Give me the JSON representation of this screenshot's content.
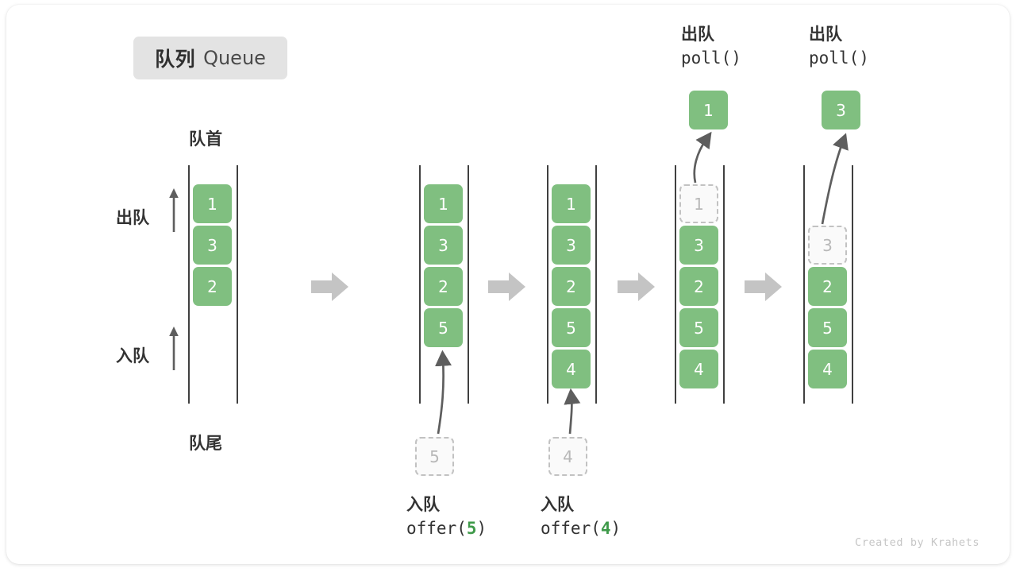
{
  "diagram": {
    "title_cn": "队列",
    "title_en": "Queue",
    "head_label": "队首",
    "tail_label": "队尾",
    "side_dequeue_label": "出队",
    "side_enqueue_label": "入队",
    "watermark": "Created by Krahets",
    "accent_green": "#80bf80",
    "ghost_gray": "#c2c2c2",
    "rail_color": "#404040",
    "step_arrow_color": "#c4c4c4",
    "curve_arrow_color": "#5e5e5e",
    "badge_bg": "#e3e3e3"
  },
  "columns": [
    {
      "id": "initial",
      "cells": [
        {
          "value": "1",
          "state": "filled"
        },
        {
          "value": "3",
          "state": "filled"
        },
        {
          "value": "2",
          "state": "filled"
        }
      ]
    },
    {
      "id": "after-offer-5",
      "cells": [
        {
          "value": "1",
          "state": "filled"
        },
        {
          "value": "3",
          "state": "filled"
        },
        {
          "value": "2",
          "state": "filled"
        },
        {
          "value": "5",
          "state": "filled"
        }
      ],
      "incoming": {
        "value": "5",
        "state": "ghost"
      },
      "caption_cn": "入队",
      "caption_code_prefix": "offer(",
      "caption_code_value": "5",
      "caption_code_suffix": ")"
    },
    {
      "id": "after-offer-4",
      "cells": [
        {
          "value": "1",
          "state": "filled"
        },
        {
          "value": "3",
          "state": "filled"
        },
        {
          "value": "2",
          "state": "filled"
        },
        {
          "value": "5",
          "state": "filled"
        },
        {
          "value": "4",
          "state": "filled"
        }
      ],
      "incoming": {
        "value": "4",
        "state": "ghost"
      },
      "caption_cn": "入队",
      "caption_code_prefix": "offer(",
      "caption_code_value": "4",
      "caption_code_suffix": ")"
    },
    {
      "id": "after-poll-1",
      "header_cn": "出队",
      "header_code": "poll()",
      "popped": {
        "value": "1",
        "state": "filled"
      },
      "cells": [
        {
          "value": "1",
          "state": "ghost"
        },
        {
          "value": "3",
          "state": "filled"
        },
        {
          "value": "2",
          "state": "filled"
        },
        {
          "value": "5",
          "state": "filled"
        },
        {
          "value": "4",
          "state": "filled"
        }
      ]
    },
    {
      "id": "after-poll-3",
      "header_cn": "出队",
      "header_code": "poll()",
      "popped": {
        "value": "3",
        "state": "filled"
      },
      "cells": [
        {
          "value": "",
          "state": "empty"
        },
        {
          "value": "3",
          "state": "ghost"
        },
        {
          "value": "2",
          "state": "filled"
        },
        {
          "value": "5",
          "state": "filled"
        },
        {
          "value": "4",
          "state": "filled"
        }
      ]
    }
  ]
}
